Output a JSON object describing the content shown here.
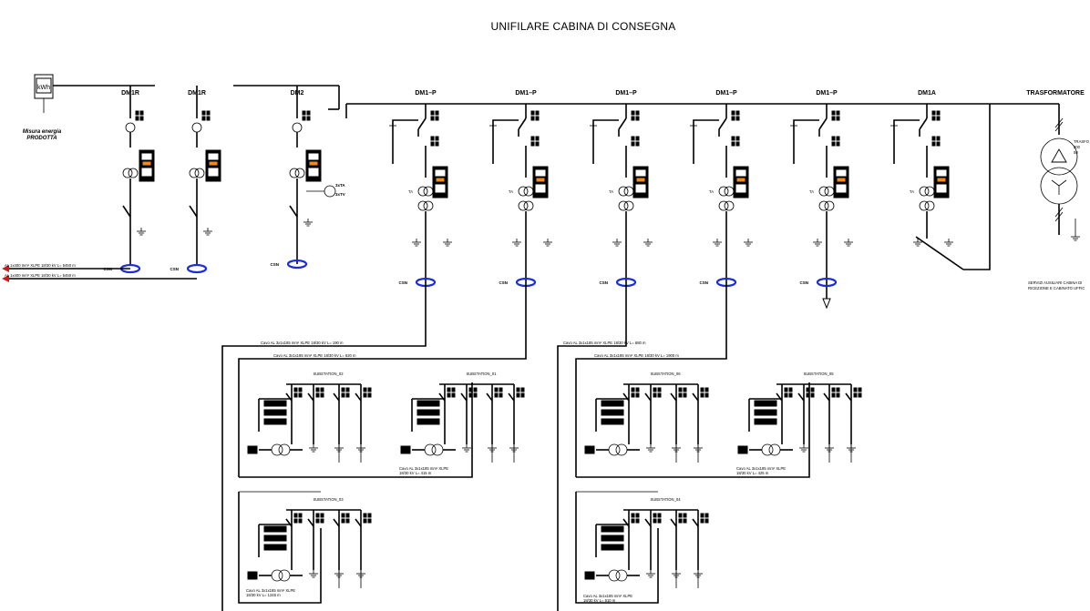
{
  "title": "UNIFILARE CABINA DI CONSEGNA",
  "meter": {
    "display": "kWh",
    "label_line1": "Misura  energia",
    "label_line2": "PRODOTTA"
  },
  "cells": [
    {
      "id": "dm1r-a",
      "label": "DM1R"
    },
    {
      "id": "dm1r-b",
      "label": "DM1R"
    },
    {
      "id": "dm2",
      "label": "DM2"
    },
    {
      "id": "dm1p-1",
      "label": "DM1–P"
    },
    {
      "id": "dm1p-2",
      "label": "DM1–P"
    },
    {
      "id": "dm1p-3",
      "label": "DM1–P"
    },
    {
      "id": "dm1p-4",
      "label": "DM1–P"
    },
    {
      "id": "dm1p-5",
      "label": "DM1–P"
    },
    {
      "id": "dm1a",
      "label": "DM1A"
    }
  ],
  "transformer": {
    "label": "TRASFORMATORE",
    "side_lines": [
      "TRASFO",
      "200",
      "50"
    ],
    "aux_line1": "SERVIZI AUSILIARI CABINA DI",
    "aux_line2": "RICEZIONE E CABINATO UFFIC"
  },
  "dm2_labels": [
    "3xTA",
    "3xTV"
  ],
  "incoming_cables": [
    "AL  1x400 mm²  XLPE   18/30 kV   L= 5450 m",
    "AL  1x400 mm²  XLPE   18/30 kV   L= 5450 m"
  ],
  "csn_label": "CSN",
  "ta_label": "TA",
  "feeders": [
    "Cavo AL    3x1x185 mm²   XLPE    18/30 kV    L= 190 m",
    "Cavo AL    3x1x185 mm²   XLPE    18/30 kV    L= 620 m",
    "Cavo AL    3x1x185 mm²   XLPE    18/30 kV    L= 680 m",
    "Cavo AL    3x1x185 mm²   XLPE    18/30 kV    L= 1900 m"
  ],
  "substations": [
    {
      "id": "sub-02",
      "label": "SUBSTATION_02",
      "cable": ""
    },
    {
      "id": "sub-01",
      "label": "SUBSTATION_01",
      "cable": "Cavo AL    3x1x185 mm²   XLPE|18/30 kV    L= 415 m"
    },
    {
      "id": "sub-06",
      "label": "SUBSTATION_06",
      "cable": ""
    },
    {
      "id": "sub-05",
      "label": "SUBSTATION_05",
      "cable": "Cavo AL    3x1x185 mm²   XLPE|18/30 kV    L= 425 m"
    },
    {
      "id": "sub-03",
      "label": "SUBSTATION_03",
      "cable": "Cavo AL    3x1x185 mm²   XLPE|18/30 kV    L= 1245 m"
    },
    {
      "id": "sub-04",
      "label": "SUBSTATION_04",
      "cable": "Cavo AL    3x1x185 mm²   XLPE|18/30 kV    L= 810 m"
    }
  ]
}
